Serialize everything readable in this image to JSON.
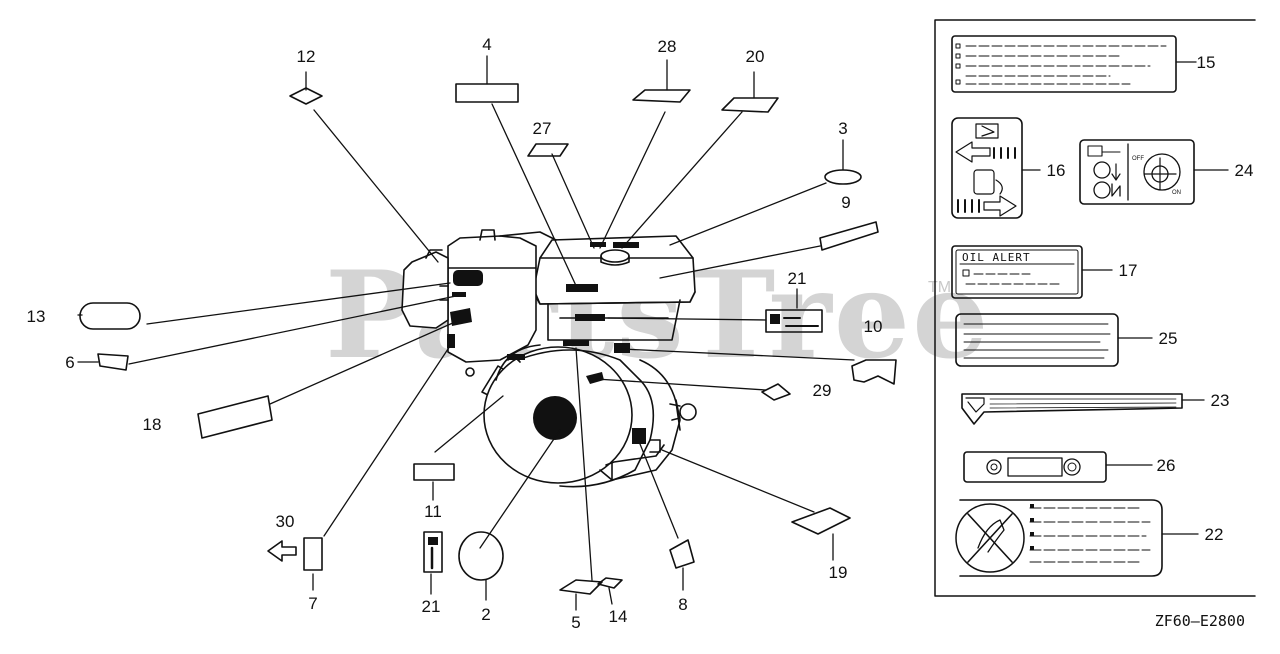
{
  "diagram": {
    "watermark": "PartsTree",
    "trademark": "TM",
    "drawing_code": "ZF60—E2800",
    "panel_labels": {
      "oil_alert": "OIL ALERT",
      "off": "OFF",
      "on": "ON"
    },
    "callouts": [
      {
        "id": "c12",
        "text": "12"
      },
      {
        "id": "c4",
        "text": "4"
      },
      {
        "id": "c28",
        "text": "28"
      },
      {
        "id": "c20",
        "text": "20"
      },
      {
        "id": "c27",
        "text": "27"
      },
      {
        "id": "c3",
        "text": "3"
      },
      {
        "id": "c9",
        "text": "9"
      },
      {
        "id": "c21a",
        "text": "21"
      },
      {
        "id": "c10",
        "text": "10"
      },
      {
        "id": "c13",
        "text": "13"
      },
      {
        "id": "c6",
        "text": "6"
      },
      {
        "id": "c18",
        "text": "18"
      },
      {
        "id": "c29",
        "text": "29"
      },
      {
        "id": "c11",
        "text": "11"
      },
      {
        "id": "c30",
        "text": "30"
      },
      {
        "id": "c7",
        "text": "7"
      },
      {
        "id": "c21b",
        "text": "21"
      },
      {
        "id": "c2",
        "text": "2"
      },
      {
        "id": "c5",
        "text": "5"
      },
      {
        "id": "c14",
        "text": "14"
      },
      {
        "id": "c8",
        "text": "8"
      },
      {
        "id": "c19",
        "text": "19"
      },
      {
        "id": "c15",
        "text": "15"
      },
      {
        "id": "c16",
        "text": "16"
      },
      {
        "id": "c24",
        "text": "24"
      },
      {
        "id": "c17",
        "text": "17"
      },
      {
        "id": "c25",
        "text": "25"
      },
      {
        "id": "c23",
        "text": "23"
      },
      {
        "id": "c26",
        "text": "26"
      },
      {
        "id": "c22",
        "text": "22"
      }
    ]
  }
}
